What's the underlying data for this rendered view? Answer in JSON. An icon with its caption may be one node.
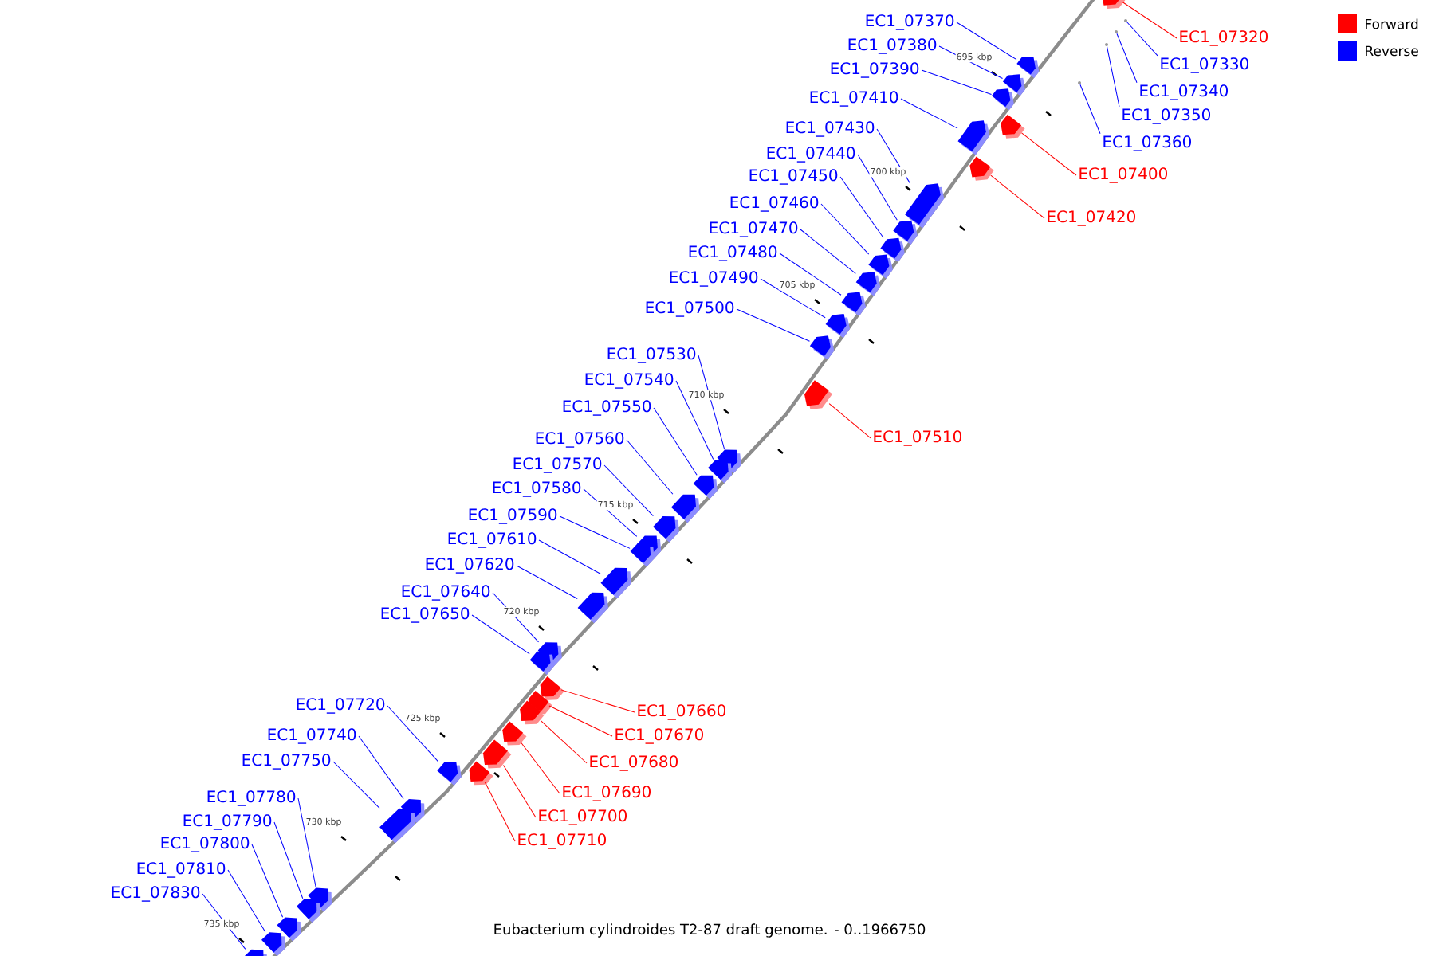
{
  "diagram": {
    "caption": "Eubacterium cylindroides T2-87 draft genome. - 0..1966750",
    "nodes": [
      {
        "text": [
          "EC1_07370"
        ]
      },
      {
        "text": [
          "EC1_07320"
        ]
      },
      {
        "text": [
          "EC1_07380"
        ]
      },
      {
        "text": [
          "EC1_07330"
        ]
      },
      {
        "text": [
          "EC1_07390"
        ]
      },
      {
        "text": [
          "EC1_07340"
        ]
      },
      {
        "text": [
          "EC1_07410"
        ]
      },
      {
        "text": [
          "EC1_07350"
        ]
      },
      {
        "text": [
          "EC1_07430"
        ]
      },
      {
        "text": [
          "EC1_07360"
        ]
      },
      {
        "text": [
          "EC1_07440"
        ]
      },
      {
        "text": [
          "EC1_07400"
        ]
      },
      {
        "text": [
          "EC1_07450"
        ]
      },
      {
        "text": [
          "EC1_07460"
        ]
      },
      {
        "text": [
          "EC1_07420"
        ]
      },
      {
        "text": [
          "EC1_07470"
        ]
      },
      {
        "text": [
          "EC1_07480"
        ]
      },
      {
        "text": [
          "EC1_07490"
        ]
      },
      {
        "text": [
          "EC1_07500"
        ]
      },
      {
        "text": [
          "EC1_07530"
        ]
      },
      {
        "text": [
          "EC1_07540"
        ]
      },
      {
        "text": [
          "EC1_07550"
        ]
      },
      {
        "text": [
          "EC1_07510"
        ]
      },
      {
        "text": [
          "EC1_07560"
        ]
      },
      {
        "text": [
          "EC1_07570"
        ]
      },
      {
        "text": [
          "EC1_07580"
        ]
      },
      {
        "text": [
          "EC1_07590"
        ]
      },
      {
        "text": [
          "EC1_07610"
        ]
      },
      {
        "text": [
          "EC1_07620"
        ]
      },
      {
        "text": [
          "EC1_07640"
        ]
      },
      {
        "text": [
          "EC1_07650"
        ]
      },
      {
        "text": [
          "EC1_07720"
        ]
      },
      {
        "text": [
          "EC1_07660"
        ]
      },
      {
        "text": [
          "EC1_07740"
        ]
      },
      {
        "text": [
          "EC1_07670"
        ]
      },
      {
        "text": [
          "EC1_07750"
        ]
      },
      {
        "text": [
          "EC1_07680"
        ]
      },
      {
        "text": [
          "EC1_07690"
        ]
      },
      {
        "text": [
          "EC1_07780"
        ]
      },
      {
        "text": [
          "EC1_07700"
        ]
      },
      {
        "text": [
          "EC1_07790"
        ]
      },
      {
        "text": [
          "EC1_07710"
        ]
      },
      {
        "text": [
          "EC1_07800"
        ]
      },
      {
        "text": [
          "EC1_07810"
        ]
      },
      {
        "text": [
          "EC1_07830"
        ]
      },
      {
        "text": [],
        "shape": "box"
      },
      {
        "text": [],
        "shape": "box"
      },
      {
        "text": [],
        "shape": "box"
      },
      {
        "text": [],
        "shape": "circle"
      },
      {
        "text": [],
        "shape": "box"
      },
      {
        "text": [],
        "shape": "circle"
      },
      {
        "text": [],
        "shape": "box"
      },
      {
        "text": [],
        "shape": "circle"
      },
      {
        "text": [],
        "shape": "box"
      },
      {
        "text": [],
        "shape": "circle"
      },
      {
        "text": [],
        "shape": "box"
      },
      {
        "text": [],
        "shape": "box"
      },
      {
        "text": [],
        "shape": "box"
      },
      {
        "text": [],
        "shape": "box"
      },
      {
        "text": [],
        "shape": "box"
      },
      {
        "text": [],
        "shape": "box"
      },
      {
        "text": [],
        "shape": "box"
      },
      {
        "text": [],
        "shape": "box"
      },
      {
        "text": [],
        "shape": "box"
      },
      {
        "text": [],
        "shape": "box"
      },
      {
        "text": [],
        "shape": "box"
      },
      {
        "text": [],
        "shape": "box"
      },
      {
        "text": [],
        "shape": "box"
      },
      {
        "text": [],
        "shape": "box"
      },
      {
        "text": [],
        "shape": "box"
      },
      {
        "text": [],
        "shape": "box"
      },
      {
        "text": [],
        "shape": "box"
      },
      {
        "text": [],
        "shape": "box"
      },
      {
        "text": [],
        "shape": "box"
      },
      {
        "text": [],
        "shape": "box"
      },
      {
        "text": [],
        "shape": "box"
      },
      {
        "text": [],
        "shape": "box"
      },
      {
        "text": [],
        "shape": "box"
      },
      {
        "text": [],
        "shape": "box"
      },
      {
        "text": [],
        "shape": "box"
      },
      {
        "text": [],
        "shape": "box"
      },
      {
        "text": [],
        "shape": "box"
      },
      {
        "text": [],
        "shape": "box"
      },
      {
        "text": [],
        "shape": "box"
      },
      {
        "text": [],
        "shape": "box"
      },
      {
        "text": [],
        "shape": "box"
      },
      {
        "text": [],
        "shape": "box"
      },
      {
        "text": [],
        "shape": "box"
      },
      {
        "text": [],
        "shape": "box"
      },
      {
        "text": [],
        "shape": "box"
      }
    ],
    "edges": [
      {
        "from": 0,
        "to": 45,
        "arrow": "none"
      },
      {
        "from": 1,
        "to": 46,
        "arrow": "none",
        "color": "#ff0000"
      },
      {
        "from": 2,
        "to": 47,
        "arrow": "none"
      },
      {
        "from": 3,
        "to": 48,
        "arrow": "none"
      },
      {
        "from": 4,
        "to": 49,
        "arrow": "none"
      },
      {
        "from": 5,
        "to": 50,
        "arrow": "none"
      },
      {
        "from": 6,
        "to": 51,
        "arrow": "none"
      },
      {
        "from": 7,
        "to": 52,
        "arrow": "none"
      },
      {
        "from": 8,
        "to": 53,
        "arrow": "none"
      },
      {
        "from": 9,
        "to": 54,
        "arrow": "none"
      },
      {
        "from": 10,
        "to": 55,
        "arrow": "none"
      },
      {
        "from": 11,
        "to": 56,
        "arrow": "none",
        "color": "#ff0000"
      },
      {
        "from": 12,
        "to": 57,
        "arrow": "none"
      },
      {
        "from": 13,
        "to": 58,
        "arrow": "none"
      },
      {
        "from": 14,
        "to": 59,
        "arrow": "none",
        "color": "#ff0000"
      },
      {
        "from": 15,
        "to": 60,
        "arrow": "none"
      },
      {
        "from": 16,
        "to": 61,
        "arrow": "none"
      },
      {
        "from": 17,
        "to": 62,
        "arrow": "none"
      },
      {
        "from": 18,
        "to": 63,
        "arrow": "none"
      },
      {
        "from": 19,
        "to": 64,
        "arrow": "none"
      },
      {
        "from": 20,
        "to": 65,
        "arrow": "none"
      },
      {
        "from": 21,
        "to": 66,
        "arrow": "none"
      },
      {
        "from": 22,
        "to": 67,
        "arrow": "none",
        "color": "#ff0000"
      },
      {
        "from": 23,
        "to": 68,
        "arrow": "none"
      },
      {
        "from": 24,
        "to": 69,
        "arrow": "none"
      },
      {
        "from": 25,
        "to": 70,
        "arrow": "none"
      },
      {
        "from": 26,
        "to": 71,
        "arrow": "none"
      },
      {
        "from": 27,
        "to": 72,
        "arrow": "none"
      },
      {
        "from": 28,
        "to": 73,
        "arrow": "none"
      },
      {
        "from": 29,
        "to": 74,
        "arrow": "none"
      },
      {
        "from": 30,
        "to": 75,
        "arrow": "none"
      },
      {
        "from": 31,
        "to": 76,
        "arrow": "none"
      },
      {
        "from": 32,
        "to": 77,
        "arrow": "none",
        "color": "#ff0000"
      },
      {
        "from": 33,
        "to": 78,
        "arrow": "none"
      },
      {
        "from": 34,
        "to": 79,
        "arrow": "none",
        "color": "#ff0000"
      },
      {
        "from": 35,
        "to": 80,
        "arrow": "none"
      },
      {
        "from": 36,
        "to": 81,
        "arrow": "none",
        "color": "#ff0000"
      },
      {
        "from": 37,
        "to": 82,
        "arrow": "none",
        "color": "#ff0000"
      },
      {
        "from": 38,
        "to": 83,
        "arrow": "none"
      },
      {
        "from": 39,
        "to": 84,
        "arrow": "none",
        "color": "#ff0000"
      },
      {
        "from": 40,
        "to": 85,
        "arrow": "none"
      },
      {
        "from": 41,
        "to": 86,
        "arrow": "none",
        "color": "#ff0000"
      },
      {
        "from": 42,
        "to": 87,
        "arrow": "none"
      },
      {
        "from": 43,
        "to": 88,
        "arrow": "none"
      },
      {
        "from": 44,
        "to": 89,
        "arrow": "none"
      }
    ],
    "labels": [
      "695 kbp",
      "700 kbp",
      "705 kbp",
      "710 kbp",
      "715 kbp",
      "720 kbp",
      "725 kbp",
      "730 kbp",
      "735 kbp"
    ],
    "legend": [
      {
        "text": "Forward",
        "color": "#ff0000"
      },
      {
        "text": "Reverse",
        "color": "#0000ff"
      }
    ]
  }
}
